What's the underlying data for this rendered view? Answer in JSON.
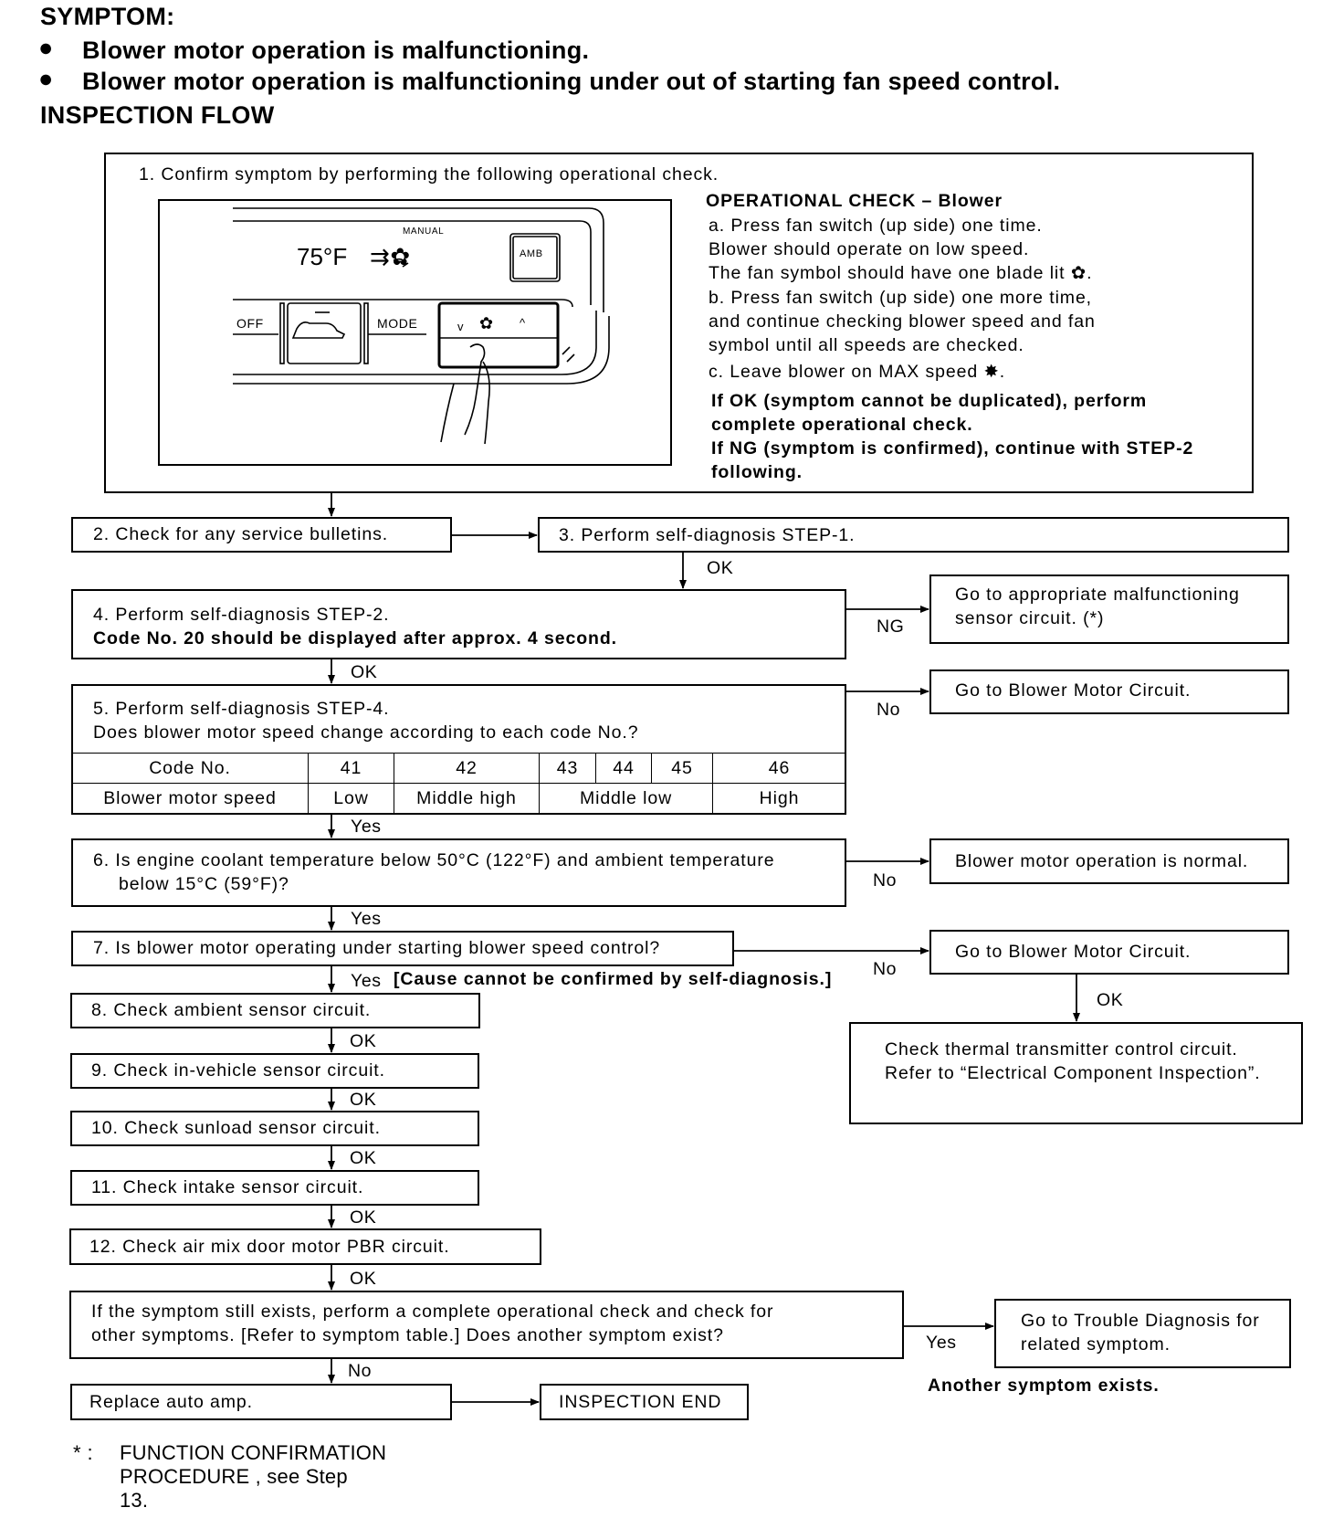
{
  "header": {
    "symptom_label": "SYMPTOM:",
    "bullets": [
      "Blower motor operation is malfunctioning.",
      "Blower motor operation is malfunctioning under out of starting fan speed control."
    ],
    "inspection_flow_label": "INSPECTION FLOW"
  },
  "step1": {
    "title": "1. Confirm symptom by performing the following operational check.",
    "panel": {
      "temp": "75°F",
      "manual": "MANUAL",
      "amb": "AMB",
      "off": "OFF",
      "mode": "MODE",
      "fan_down": "v",
      "fan_up": "^"
    },
    "check_title": "OPERATIONAL CHECK – Blower",
    "lines": [
      "a. Press fan switch (up side) one time.",
      "Blower should operate on low speed.",
      "The fan symbol should have one blade lit",
      "b. Press fan switch (up side) one more time,",
      "and continue checking blower speed and fan",
      "symbol until all speeds are checked.",
      "c. Leave blower on MAX speed"
    ],
    "bold_lines": [
      "If OK (symptom cannot be duplicated), perform",
      "complete operational check.",
      "If NG (symptom is confirmed), continue with STEP-2",
      "following."
    ]
  },
  "steps": {
    "s2": "2. Check for any service bulletins.",
    "s3": "3. Perform self-diagnosis STEP-1.",
    "s4_line1": "4. Perform self-diagnosis STEP-2.",
    "s4_line2": "Code No. 20 should be displayed after approx. 4 second.",
    "s4_ng": "Go to appropriate malfunctioning",
    "s4_ng2": "sensor circuit. (*)",
    "s5_line1": "5. Perform self-diagnosis STEP-4.",
    "s5_line2": "Does blower motor speed change according to each code No.?",
    "s5_no": "Go to Blower Motor Circuit.",
    "s6_line1": "6. Is engine coolant temperature below 50°C (122°F) and ambient temperature",
    "s6_line2": "below 15°C (59°F)?",
    "s6_no": "Blower motor operation is normal.",
    "s7": "7. Is blower motor operating under starting blower speed control?",
    "s7_no": "Go to Blower Motor Circuit.",
    "s7_cause": "[Cause cannot be confirmed by self-diagnosis.]",
    "thermal_line1": "Check thermal transmitter control circuit.",
    "thermal_line2": "Refer to “Electrical Component Inspection”.",
    "s8": "8. Check ambient sensor circuit.",
    "s9": "9. Check in-vehicle sensor circuit.",
    "s10": "10. Check sunload sensor circuit.",
    "s11": "11. Check intake sensor circuit.",
    "s12": "12. Check air mix door motor PBR circuit.",
    "final_line1": "If the symptom still exists, perform a complete operational check and check for",
    "final_line2": "other symptoms. [Refer to symptom table.] Does another symptom exist?",
    "final_yes_line1": "Go to Trouble Diagnosis for",
    "final_yes_line2": "related symptom.",
    "another_symptom": "Another symptom exists.",
    "replace": "Replace auto amp.",
    "end": "INSPECTION END"
  },
  "labels": {
    "ok": "OK",
    "ng": "NG",
    "no": "No",
    "yes": "Yes"
  },
  "code_table": {
    "header_label": "Code No.",
    "codes": [
      "41",
      "42",
      "43",
      "44",
      "45",
      "46"
    ],
    "row_label": "Blower motor speed",
    "speeds": [
      "Low",
      "Middle high",
      "Middle low",
      "High"
    ]
  },
  "footnote": {
    "marker": "* :",
    "lines": [
      "FUNCTION CONFIRMATION",
      "PROCEDURE , see Step",
      "13."
    ]
  }
}
